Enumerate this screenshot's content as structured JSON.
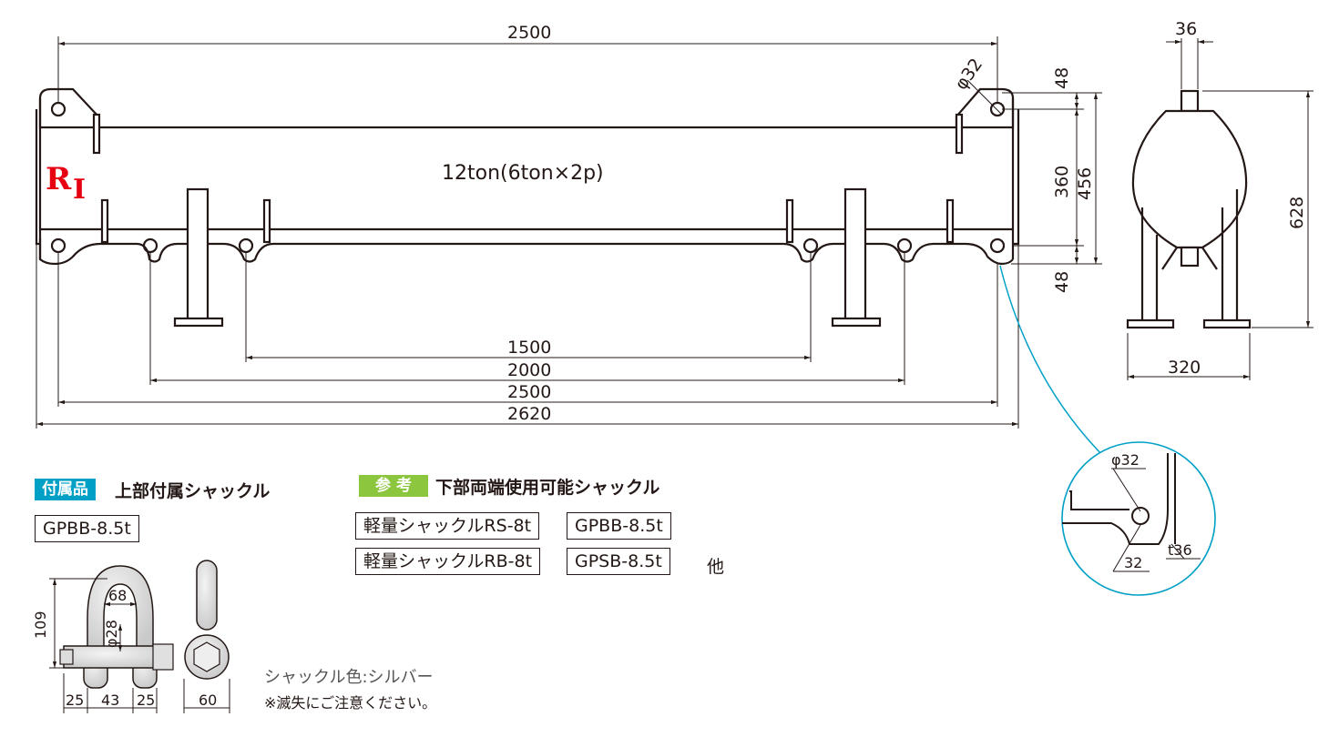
{
  "main_view": {
    "title": "12ton(6ton×2p)",
    "dims": {
      "top_span": "2500",
      "inner_pad_span": "1500",
      "mid_span": "2000",
      "hole_span": "2500",
      "overall_span": "2620",
      "hole_dia": "φ32",
      "top_offset": "48",
      "hole_pitch": "360",
      "frame_height": "456",
      "bottom_offset": "48"
    }
  },
  "logo": {
    "r": "R",
    "i": "I"
  },
  "side_view": {
    "dims": {
      "top_width": "36",
      "base_width": "320",
      "height": "628"
    }
  },
  "detail_view": {
    "dims": {
      "hole_dia": "φ32",
      "edge": "32",
      "plate_thickness": "t36"
    }
  },
  "accessory": {
    "badge": "付属品",
    "heading": "上部付属シャックル",
    "model": "GPBB-8.5t",
    "dims": {
      "height": "109",
      "inner_width": "68",
      "pin": "φ28",
      "a": "25",
      "b": "43",
      "c": "25",
      "d": "60"
    }
  },
  "reference": {
    "badge": "参 考",
    "heading": "下部両端使用可能シャックル",
    "rows": [
      {
        "name": "軽量シャックルRS-8t",
        "model": "GPBB-8.5t",
        "suffix": ""
      },
      {
        "name": "軽量シャックルRB-8t",
        "model": "GPSB-8.5t",
        "suffix": "他"
      }
    ]
  },
  "notes": {
    "color": "シャックル色:シルバー",
    "caution": "※滅失にご注意ください。"
  },
  "colors": {
    "badge_blue": "#00a0c6",
    "badge_green": "#8cc63e",
    "logo_red": "#e60012",
    "leader": "#00a0c6"
  }
}
